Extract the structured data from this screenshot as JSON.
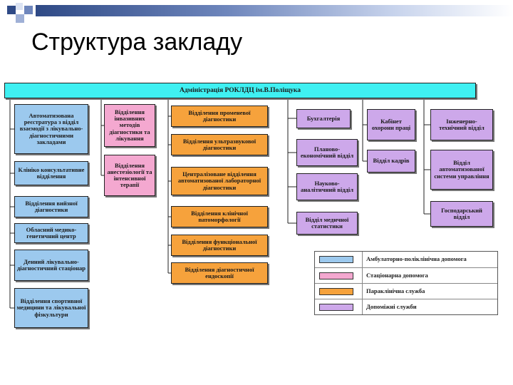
{
  "slide": {
    "title": "Структура закладу"
  },
  "colors": {
    "blue": "#9cc9ee",
    "pink": "#f4a8d0",
    "orange": "#f6a23c",
    "purple": "#cda8ea",
    "cyan": "#3ff0f2",
    "header_dark": "#2f4a86"
  },
  "org": {
    "root": "Адміністрація РОКЛДЦ ім.В.Поліщука",
    "col1": [
      "Автоматизована реєстратура з відділ взаємодії з лікувально-діагностичними закладами",
      "Клініко консультативне відділення",
      "Відділення вийзної діагностики",
      "Обласний медико-генетичний центр",
      "Денний лікувально-діагностичний стаціонар",
      "Відділення спортивної медицини та лікувальної фізкультури"
    ],
    "col2": [
      "Відділення інвазивних методів діагностики та лікування",
      "Відділення анестезіології та інтенсивної терапії"
    ],
    "col3": [
      "Відділення променевої діагностики",
      "Відділення ультразвукової діагностики",
      "Централізоване відділення автоматизованої лабораторної діагностики",
      "Відділення клінічної патоморфології",
      "Відділення функціональної діагностики",
      "Відділення діагностичної ендоскопії"
    ],
    "col4": [
      "Бухгалтерія",
      "Планово-економічний відділ",
      "Науково-аналітичний відділ",
      "Відділ медичної статистики"
    ],
    "col5": [
      "Кабінет охорони праці",
      "Відділ кадрів"
    ],
    "col6": [
      "Інженерно-технічний відділ",
      "Відділ автоматизованої системи управління",
      "Господарський відділ"
    ]
  },
  "legend": [
    {
      "label": "Амбулаторно-поліклінічна допомога",
      "color": "#9cc9ee"
    },
    {
      "label": "Стаціонарна допомога",
      "color": "#f4a8d0"
    },
    {
      "label": "Параклінічна служба",
      "color": "#f6a23c"
    },
    {
      "label": "Допоміжні служби",
      "color": "#cda8ea"
    }
  ]
}
